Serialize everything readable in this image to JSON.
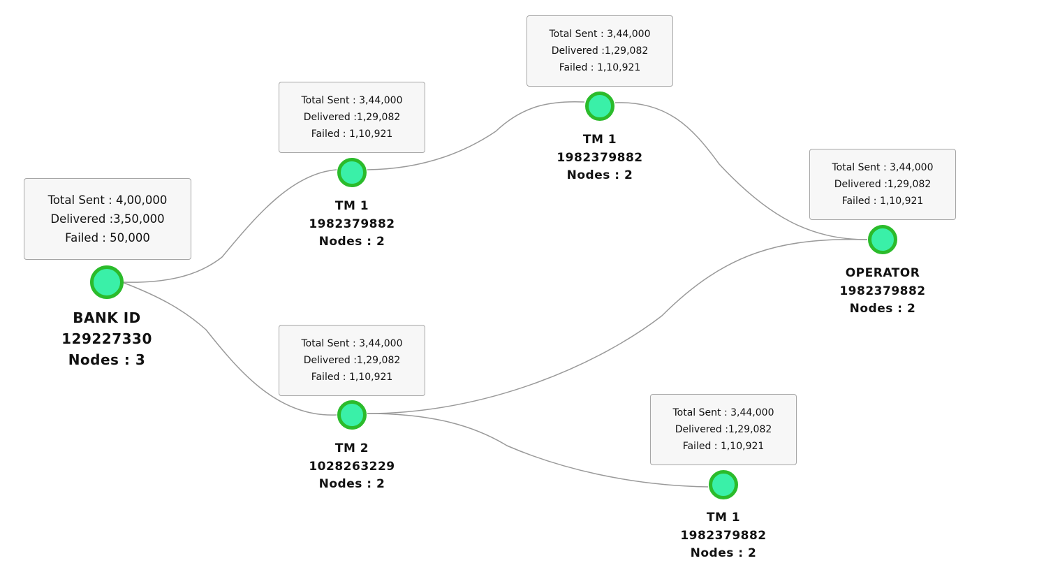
{
  "nodes": {
    "bank": {
      "stats": {
        "total_sent": "Total Sent : 4,00,000",
        "delivered": "Delivered :3,50,000",
        "failed": "Failed : 50,000"
      },
      "label": {
        "name": "BANK ID",
        "id": "129227330",
        "nodes": "Nodes : 3"
      }
    },
    "tm1_upper": {
      "stats": {
        "total_sent": "Total Sent : 3,44,000",
        "delivered": "Delivered :1,29,082",
        "failed": "Failed : 1,10,921"
      },
      "label": {
        "name": "TM 1",
        "id": "1982379882",
        "nodes": "Nodes : 2"
      }
    },
    "tm1_top": {
      "stats": {
        "total_sent": "Total Sent : 3,44,000",
        "delivered": "Delivered :1,29,082",
        "failed": "Failed : 1,10,921"
      },
      "label": {
        "name": "TM 1",
        "id": "1982379882",
        "nodes": "Nodes : 2"
      }
    },
    "operator": {
      "stats": {
        "total_sent": "Total Sent : 3,44,000",
        "delivered": "Delivered :1,29,082",
        "failed": "Failed : 1,10,921"
      },
      "label": {
        "name": "OPERATOR",
        "id": "1982379882",
        "nodes": "Nodes : 2"
      }
    },
    "tm2": {
      "stats": {
        "total_sent": "Total Sent : 3,44,000",
        "delivered": "Delivered :1,29,082",
        "failed": "Failed : 1,10,921"
      },
      "label": {
        "name": "TM 2",
        "id": "1028263229",
        "nodes": "Nodes : 2"
      }
    },
    "tm1_bottom": {
      "stats": {
        "total_sent": "Total Sent : 3,44,000",
        "delivered": "Delivered :1,29,082",
        "failed": "Failed : 1,10,921"
      },
      "label": {
        "name": "TM 1",
        "id": "1982379882",
        "nodes": "Nodes : 2"
      }
    }
  },
  "edges": [
    {
      "from": "bank",
      "to": "tm1_upper"
    },
    {
      "from": "bank",
      "to": "tm2"
    },
    {
      "from": "tm1_upper",
      "to": "tm1_top"
    },
    {
      "from": "tm1_top",
      "to": "operator"
    },
    {
      "from": "tm2",
      "to": "operator"
    },
    {
      "from": "tm2",
      "to": "tm1_bottom"
    }
  ],
  "colors": {
    "node_fill": "#3af0a8",
    "node_stroke": "#2bbb2b",
    "edge": "#9a9a9a",
    "box_bg": "#f7f7f7",
    "box_border": "#a6a6a6"
  }
}
